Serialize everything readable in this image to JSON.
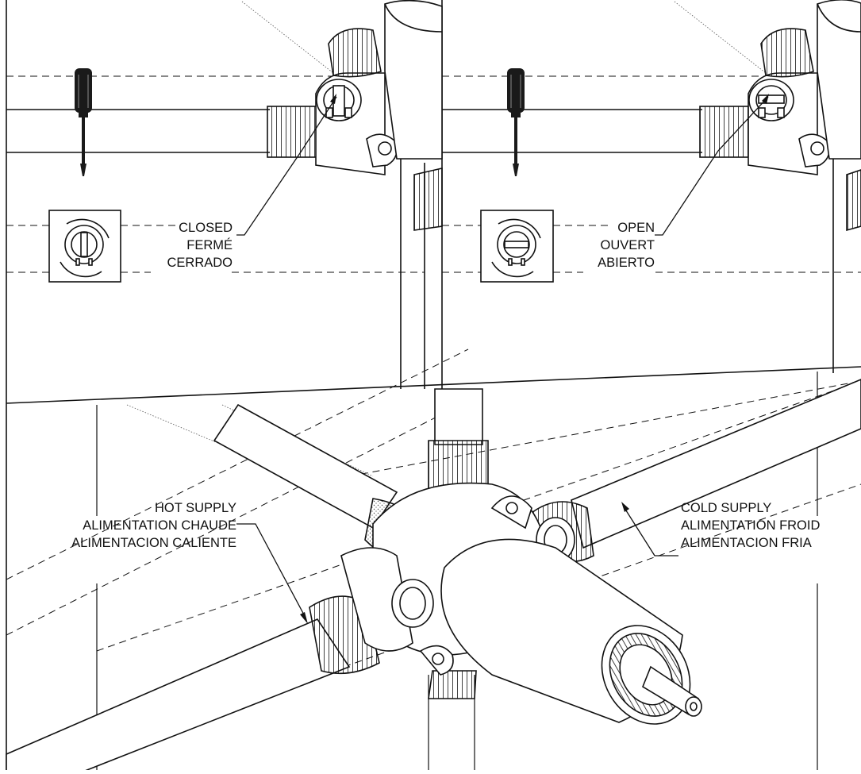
{
  "panels": {
    "closed": {
      "lines": [
        "CLOSED",
        "FERMÉ",
        "CERRADO"
      ]
    },
    "open": {
      "lines": [
        "OPEN",
        "OUVERT",
        "ABIERTO"
      ]
    }
  },
  "supplies": {
    "hot": {
      "lines": [
        "HOT SUPPLY",
        "ALIMENTATION CHAUDE",
        "ALIMENTACION CALIENTE"
      ]
    },
    "cold": {
      "lines": [
        "COLD SUPPLY",
        "ALIMENTATION FROID",
        "ALIMENTACION FRIA"
      ]
    }
  },
  "colors": {
    "line": "#111111",
    "background": "#ffffff",
    "handle": "#1a1a1a",
    "shade": "#d8d8d8"
  }
}
